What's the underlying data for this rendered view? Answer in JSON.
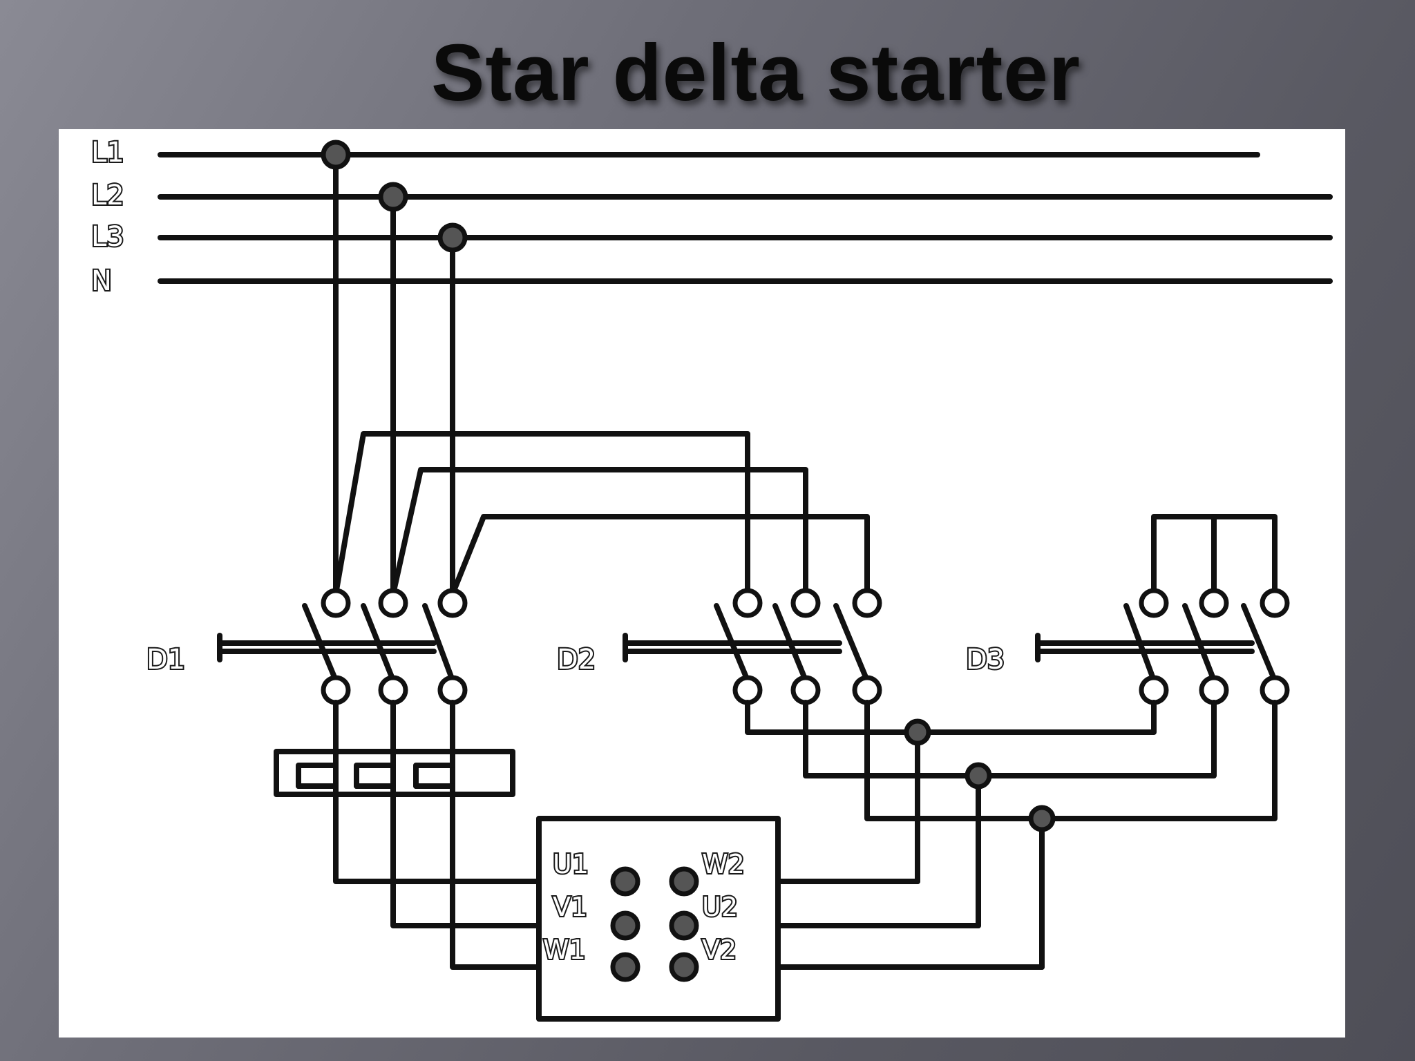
{
  "title": "Star delta starter",
  "lines": {
    "l1": "L1",
    "l2": "L2",
    "l3": "L3",
    "n": "N"
  },
  "contactors": {
    "d1": "D1",
    "d2": "D2",
    "d3": "D3"
  },
  "motor_terminals": {
    "u1": "U1",
    "v1": "V1",
    "w1": "W1",
    "w2": "W2",
    "u2": "U2",
    "v2": "V2"
  },
  "colors": {
    "background": "#6e6e78",
    "panel": "#ffffff",
    "wire": "#111111"
  }
}
